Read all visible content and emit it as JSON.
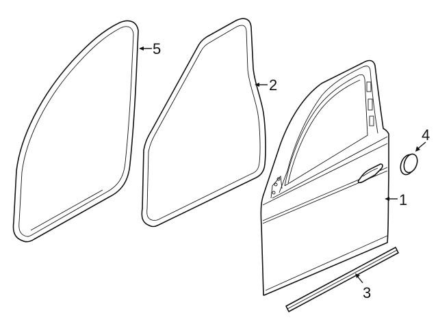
{
  "diagram": {
    "type": "exploded-parts-diagram",
    "subject": "Front door assembly",
    "callouts": [
      {
        "id": "1",
        "label": "1",
        "part": "door-shell"
      },
      {
        "id": "2",
        "label": "2",
        "part": "door-weatherstrip"
      },
      {
        "id": "3",
        "label": "3",
        "part": "body-side-molding"
      },
      {
        "id": "4",
        "label": "4",
        "part": "plug-cap"
      },
      {
        "id": "5",
        "label": "5",
        "part": "body-opening-weatherstrip"
      }
    ]
  }
}
